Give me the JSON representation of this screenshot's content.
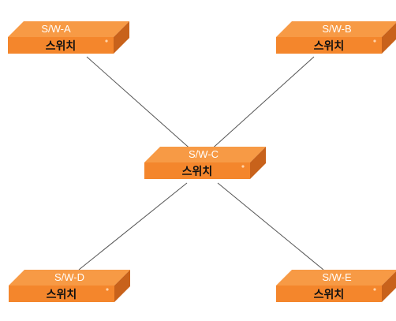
{
  "colors": {
    "switch_front": "#f4862c",
    "switch_top": "#f79a45",
    "switch_side": "#c8621b",
    "link": "#555555"
  },
  "switches": [
    {
      "id": "sw-a",
      "name": "S/W-A",
      "label": "스위치"
    },
    {
      "id": "sw-b",
      "name": "S/W-B",
      "label": "스위치"
    },
    {
      "id": "sw-c",
      "name": "S/W-C",
      "label": "스위치"
    },
    {
      "id": "sw-d",
      "name": "S/W-D",
      "label": "스위치"
    },
    {
      "id": "sw-e",
      "name": "S/W-E",
      "label": "스위치"
    }
  ],
  "links": [
    {
      "from": "sw-a",
      "to": "sw-c"
    },
    {
      "from": "sw-b",
      "to": "sw-c"
    },
    {
      "from": "sw-d",
      "to": "sw-c"
    },
    {
      "from": "sw-e",
      "to": "sw-c"
    }
  ]
}
